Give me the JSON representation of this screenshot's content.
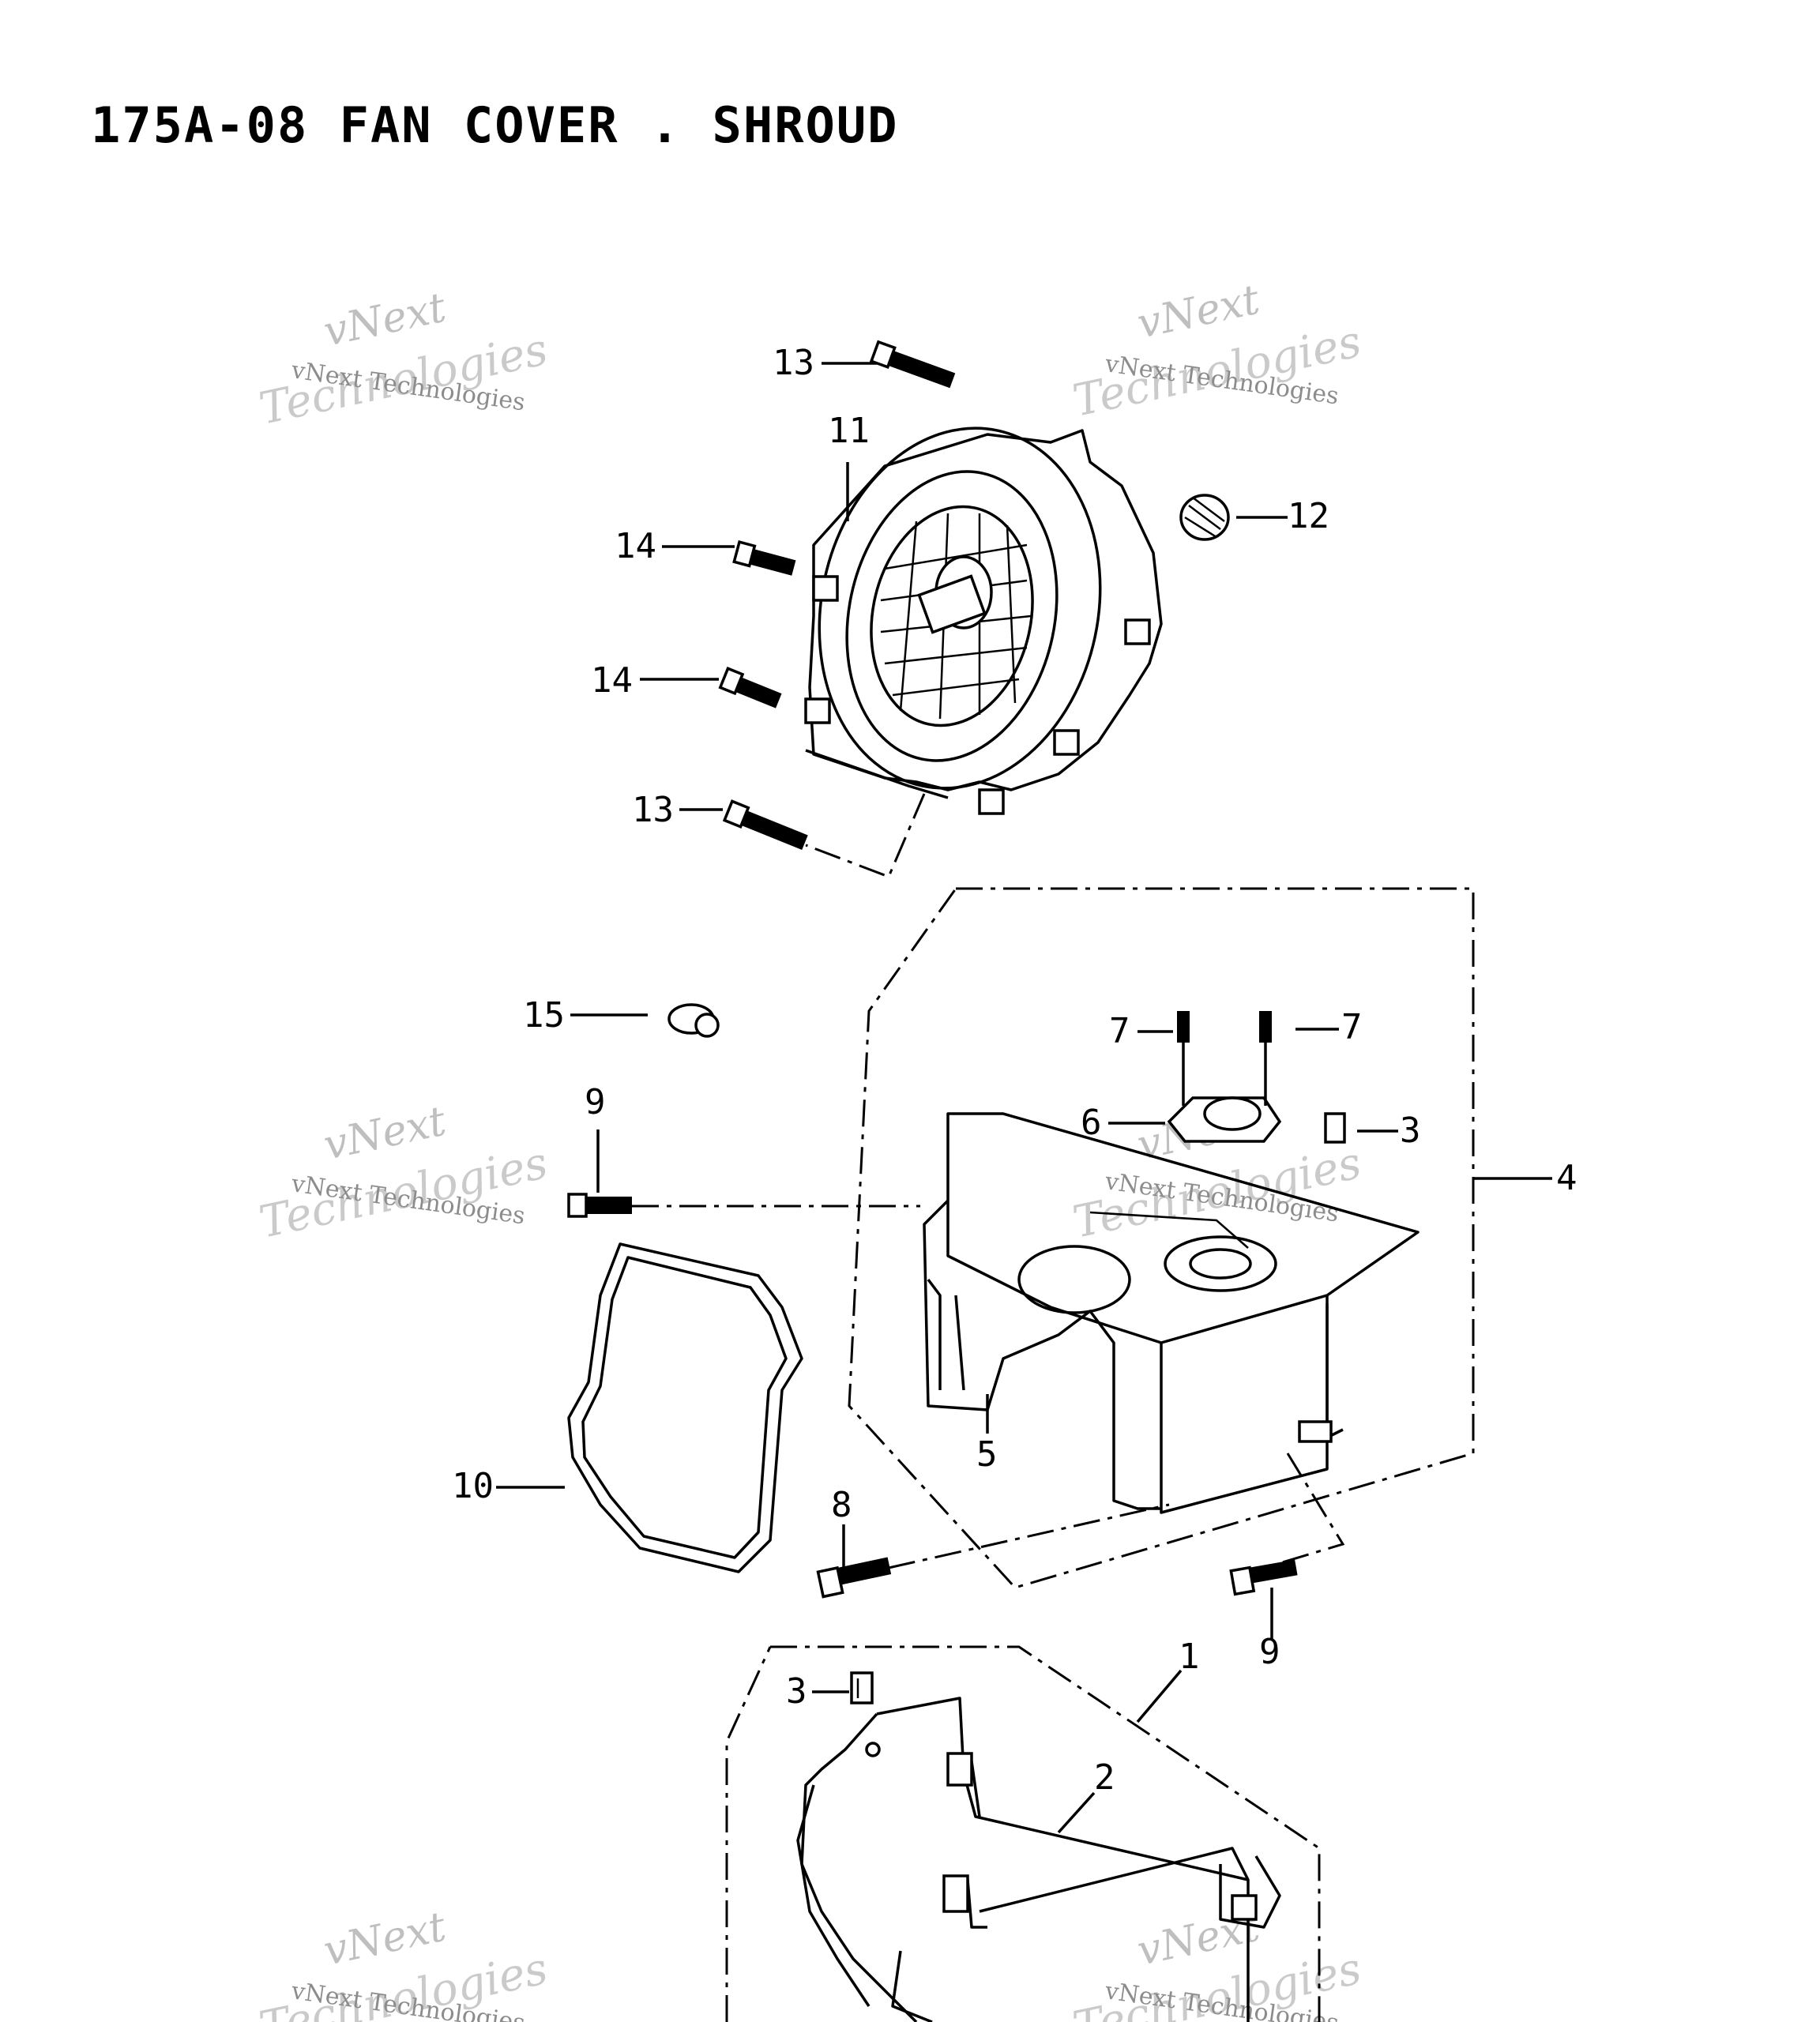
{
  "title": "175A-08 FAN COVER . SHROUD",
  "callouts": {
    "c1": "1",
    "c2": "2",
    "c3a": "3",
    "c3b": "3",
    "c4": "4",
    "c5": "5",
    "c6": "6",
    "c7a": "7",
    "c7b": "7",
    "c8": "8",
    "c9a": "9",
    "c9b": "9",
    "c10": "10",
    "c11": "11",
    "c12": "12",
    "c13a": "13",
    "c13b": "13",
    "c14a": "14",
    "c14b": "14",
    "c15": "15"
  },
  "watermark": "vNext Technologies",
  "colors": {
    "line": "#000000",
    "watermark": "#8c8c8c",
    "background": "#ffffff"
  }
}
